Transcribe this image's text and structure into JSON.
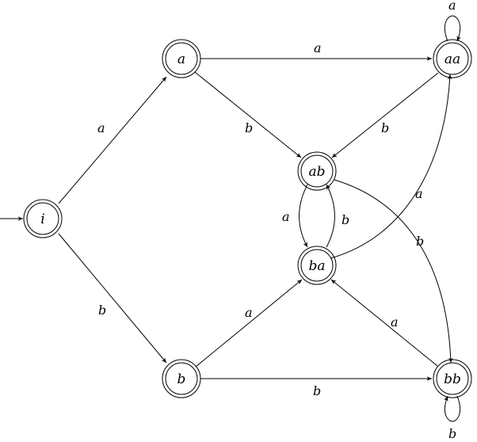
{
  "diagram": {
    "states": [
      {
        "id": "i",
        "label": "i"
      },
      {
        "id": "a",
        "label": "a"
      },
      {
        "id": "b",
        "label": "b"
      },
      {
        "id": "ab",
        "label": "ab"
      },
      {
        "id": "ba",
        "label": "ba"
      },
      {
        "id": "aa",
        "label": "aa"
      },
      {
        "id": "bb",
        "label": "bb"
      }
    ],
    "transitions": [
      {
        "from": "i",
        "to": "a",
        "label": "a"
      },
      {
        "from": "i",
        "to": "b",
        "label": "b"
      },
      {
        "from": "a",
        "to": "aa",
        "label": "a"
      },
      {
        "from": "a",
        "to": "ab",
        "label": "b"
      },
      {
        "from": "b",
        "to": "ba",
        "label": "a"
      },
      {
        "from": "b",
        "to": "bb",
        "label": "b"
      },
      {
        "from": "aa",
        "to": "ab",
        "label": "b"
      },
      {
        "from": "aa",
        "to": "aa",
        "label": "a"
      },
      {
        "from": "bb",
        "to": "ba",
        "label": "a"
      },
      {
        "from": "bb",
        "to": "bb",
        "label": "b"
      },
      {
        "from": "ab",
        "to": "ba",
        "label": "a"
      },
      {
        "from": "ba",
        "to": "ab",
        "label": "b"
      },
      {
        "from": "ba",
        "to": "aa",
        "label": "a"
      },
      {
        "from": "ab",
        "to": "bb",
        "label": "b"
      }
    ],
    "start_state": "i",
    "accepting_states": [
      "i",
      "a",
      "b",
      "ab",
      "ba",
      "aa",
      "bb"
    ]
  }
}
